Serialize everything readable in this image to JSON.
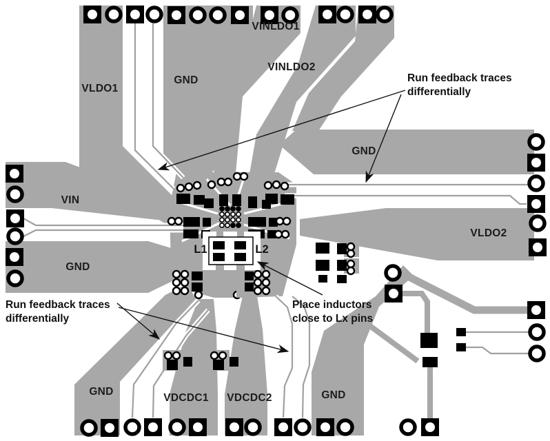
{
  "diagram": {
    "type": "pcb-layout-figure",
    "background": "#ffffff",
    "copper_color": "#a8a8a8",
    "pad_color": "#000000",
    "silkscreen_color": "#111111",
    "net_labels": [
      {
        "id": "vldo1",
        "text": "VLDO1"
      },
      {
        "id": "gnd-top",
        "text": "GND"
      },
      {
        "id": "vinldo1",
        "text": "VINLDO1"
      },
      {
        "id": "vinldo2",
        "text": "VINLDO2"
      },
      {
        "id": "gnd-right",
        "text": "GND"
      },
      {
        "id": "vldo2",
        "text": "VLDO2"
      },
      {
        "id": "vin",
        "text": "VIN"
      },
      {
        "id": "gnd-left",
        "text": "GND"
      },
      {
        "id": "gnd-bottom-left",
        "text": "GND"
      },
      {
        "id": "vdcdc1",
        "text": "VDCDC1"
      },
      {
        "id": "vdcdc2",
        "text": "VDCDC2"
      },
      {
        "id": "gnd-bottom-right",
        "text": "GND"
      }
    ],
    "inductor_labels": [
      {
        "id": "l1",
        "text": "L1"
      },
      {
        "id": "l2",
        "text": "L2"
      }
    ],
    "annotations": [
      {
        "id": "feedback-top-right",
        "lines": [
          "Run feedback traces",
          "differentially"
        ]
      },
      {
        "id": "feedback-bottom-left",
        "lines": [
          "Run feedback traces",
          "differentially"
        ]
      },
      {
        "id": "place-inductors",
        "lines": [
          "Place inductors",
          "close to Lx pins"
        ]
      }
    ]
  }
}
